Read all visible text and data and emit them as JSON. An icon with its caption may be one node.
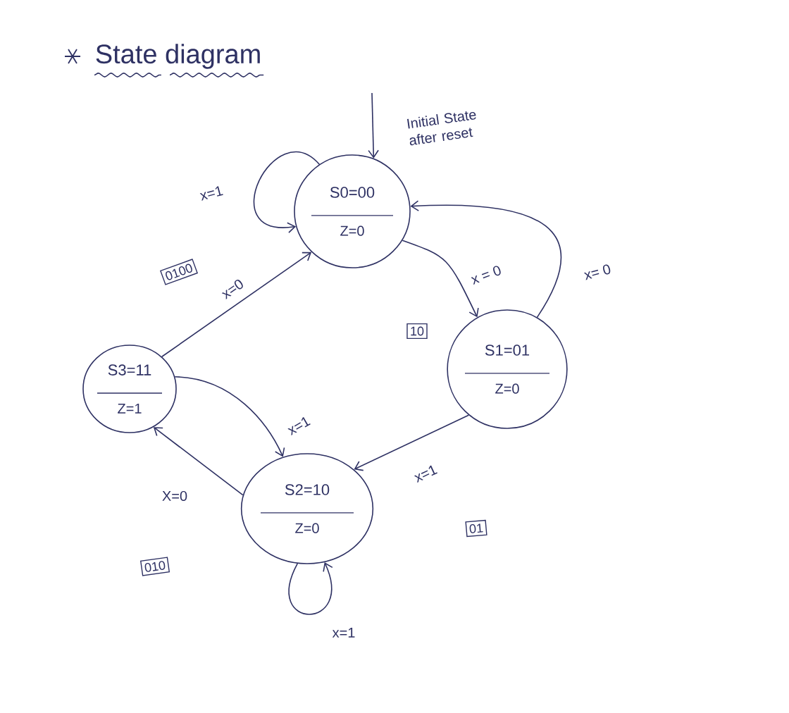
{
  "diagram": {
    "title": "State diagram",
    "nodes": [
      {
        "text": [
          "S0=00",
          "Z=0"
        ]
      },
      {
        "text": [
          "S1=01",
          "Z=0"
        ]
      },
      {
        "text": [
          "S2=10",
          "Z=0"
        ]
      },
      {
        "text": [
          "S3=11",
          "Z=1"
        ]
      },
      {
        "text": [
          "0100"
        ]
      },
      {
        "text": [
          "10"
        ]
      },
      {
        "text": [
          "01"
        ]
      },
      {
        "text": [
          "010"
        ]
      }
    ],
    "edges": [
      {
        "from": null,
        "to": 0,
        "arrow": "to",
        "label": "Initial State after reset"
      },
      {
        "from": 0,
        "to": 0,
        "arrow": "to",
        "label": "x=1"
      },
      {
        "from": 0,
        "to": 1,
        "arrow": "to",
        "label": "x = 0"
      },
      {
        "from": 1,
        "to": 0,
        "arrow": "to",
        "label": "x= 0"
      },
      {
        "from": 1,
        "to": 2,
        "arrow": "to",
        "label": "x=1"
      },
      {
        "from": 2,
        "to": 2,
        "arrow": "to",
        "label": "x=1"
      },
      {
        "from": 2,
        "to": 3,
        "arrow": "to",
        "label": "X=0"
      },
      {
        "from": 3,
        "to": 2,
        "arrow": "to",
        "label": "x=1"
      },
      {
        "from": 3,
        "to": 0,
        "arrow": "to",
        "label": "x=0"
      }
    ]
  }
}
